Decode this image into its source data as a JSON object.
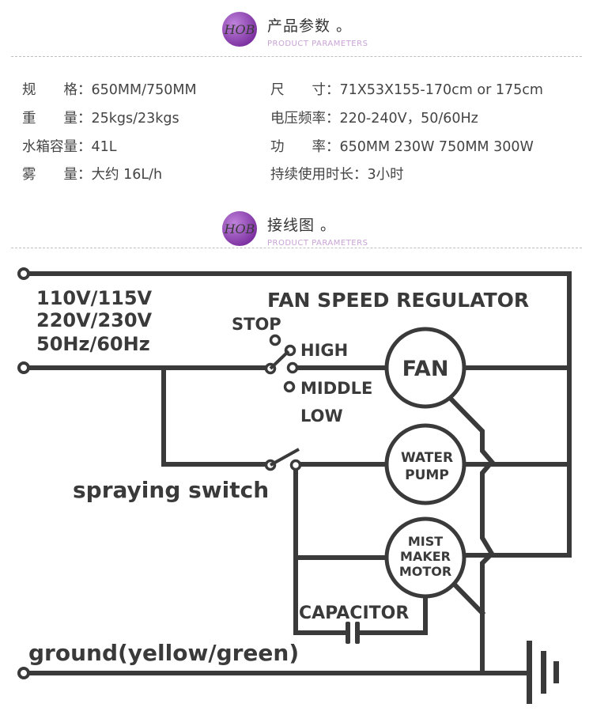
{
  "header1": {
    "title": "产品参数 。",
    "subtitle": "Product parameters",
    "logo_text": "HOB"
  },
  "specs": [
    {
      "label": "规　　格：",
      "value": "650MM/750MM"
    },
    {
      "label": "尺　　寸：",
      "value": "71X53X155-170cm or 175cm"
    },
    {
      "label": "重　　量：",
      "value": "25kgs/23kgs"
    },
    {
      "label": "电压频率：",
      "value": "220-240V，50/60Hz"
    },
    {
      "label": "水箱容量：",
      "value": "41L"
    },
    {
      "label": "功　　率：",
      "value": "650MM 230W  750MM 300W"
    },
    {
      "label": "雾　　量：",
      "value": "大约 16L/h"
    },
    {
      "label": "持续使用时长：",
      "value": "3小时"
    }
  ],
  "header2": {
    "title": "接线图 。",
    "subtitle": "Product parameters",
    "logo_text": "HOB"
  },
  "diagram": {
    "voltage_1": "110V/115V",
    "voltage_2": "220V/230V",
    "frequency": "50Hz/60Hz",
    "fan_speed_regulator": "FAN SPEED REGULATOR",
    "stop": "STOP",
    "high": "HIGH",
    "middle": "MIDDLE",
    "low": "LOW",
    "fan": "FAN",
    "water_1": "WATER",
    "pump": "PUMP",
    "mist": "MIST",
    "maker": "MAKER",
    "motor": "MOTOR",
    "spraying_switch": "spraying switch",
    "capacitor": "CAPACITOR",
    "ground": "ground(yellow/green)"
  },
  "colors": {
    "wire": "#3a3a3a",
    "accent": "#8e3fb0",
    "accent_light": "#c9a3d6"
  }
}
